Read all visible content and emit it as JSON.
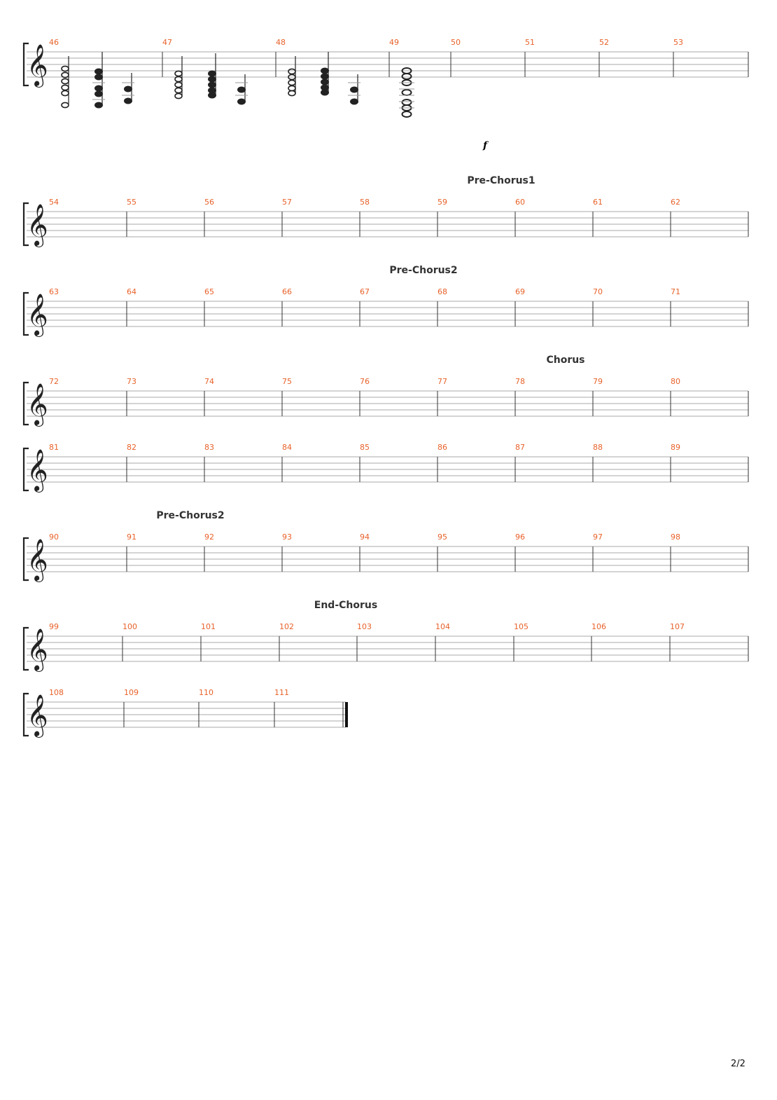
{
  "page_number": "2/2",
  "dynamic_marking": "f",
  "systems": [
    {
      "measures": [
        "46",
        "47",
        "48",
        "49",
        "50",
        "51",
        "52",
        "53"
      ],
      "section": ""
    },
    {
      "measures": [
        "54",
        "55",
        "56",
        "57",
        "58",
        "59",
        "60",
        "61",
        "62"
      ],
      "section": "Pre-Chorus1"
    },
    {
      "measures": [
        "63",
        "64",
        "65",
        "66",
        "67",
        "68",
        "69",
        "70",
        "71"
      ],
      "section": "Pre-Chorus2"
    },
    {
      "measures": [
        "72",
        "73",
        "74",
        "75",
        "76",
        "77",
        "78",
        "79",
        "80"
      ],
      "section": "Chorus"
    },
    {
      "measures": [
        "81",
        "82",
        "83",
        "84",
        "85",
        "86",
        "87",
        "88",
        "89"
      ],
      "section": ""
    },
    {
      "measures": [
        "90",
        "91",
        "92",
        "93",
        "94",
        "95",
        "96",
        "97",
        "98"
      ],
      "section": "Pre-Chorus2"
    },
    {
      "measures": [
        "99",
        "100",
        "101",
        "102",
        "103",
        "104",
        "105",
        "106",
        "107"
      ],
      "section": "End-Chorus"
    },
    {
      "measures": [
        "108",
        "109",
        "110",
        "111"
      ],
      "section": ""
    }
  ],
  "colors": {
    "measure_number": "#e8622a",
    "staff_line": "#999999",
    "notes": "#222222"
  }
}
